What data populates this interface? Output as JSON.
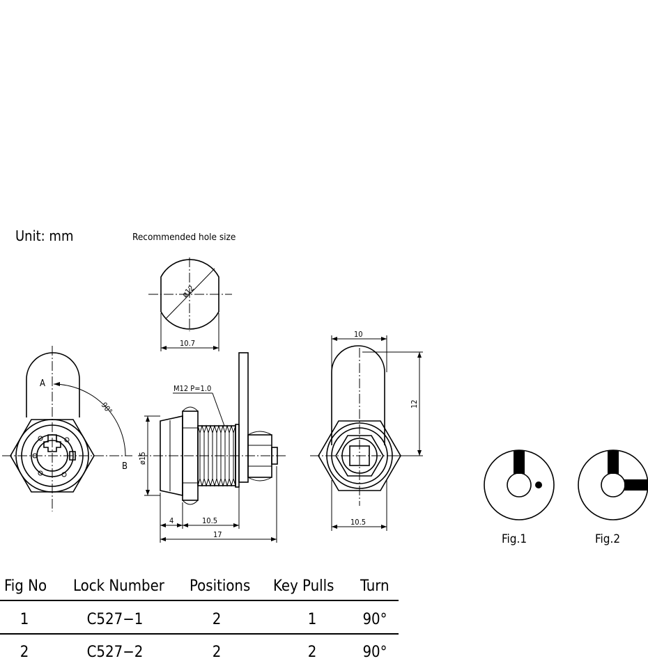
{
  "unit_label": "Unit:  mm",
  "hole_title": "Recommended  hole  size",
  "dimensions": {
    "hole_dia": "ø12",
    "hole_width": "10.7",
    "angle": "90°",
    "point_a": "A",
    "point_b": "B",
    "thread": "M12  P=1.0",
    "body_dia": "ø15",
    "len_4": "4",
    "len_10_5_side": "10.5",
    "len_17": "17",
    "top_10": "10",
    "height_12": "12",
    "len_10_5_back": "10.5"
  },
  "figures": {
    "fig1": "Fig.1",
    "fig2": "Fig.2"
  },
  "table": {
    "headers": [
      "Fig  No",
      "Lock  Number",
      "Positions",
      "Key  Pulls",
      "Turn"
    ],
    "rows": [
      [
        "1",
        "C527−1",
        "2",
        "1",
        "90°"
      ],
      [
        "2",
        "C527−2",
        "2",
        "2",
        "90°"
      ]
    ]
  }
}
